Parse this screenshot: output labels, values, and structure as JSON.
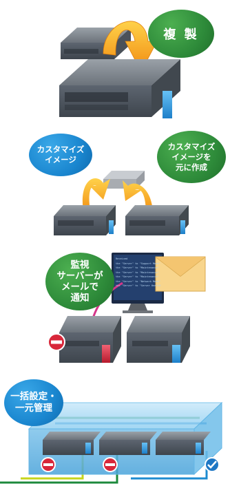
{
  "copy_step": {
    "bubble_label": "複 製"
  },
  "customize_step": {
    "left_bubble_label": "カスタマイズ\nイメージ",
    "right_bubble_label": "カスタマイズ\nイメージを\n元に作成"
  },
  "monitor_step": {
    "bubble_label": "監視\nサーバーが\nメールで\n通知",
    "screen_lines": [
      "Received",
      "the \"Server\" to \"Support Mode\"",
      "the \"Server\" to \"Maintenance\"",
      "the \"Server\" to \"Maintenance\"",
      "the \"Server\" to \"Maintenance\"",
      "the \"Server\" to \"Network Mode\"",
      "the \"Server\" to \"Server Health\""
    ]
  },
  "batch_step": {
    "bubble_label": "一括設定・\n一元管理"
  },
  "colors": {
    "green_bubble": "#2e8b3a",
    "blue_bubble": "#1a86cf",
    "arrow_orange": "#f29a1b",
    "notify_line": "#d6358a",
    "server_gray": "#5d6570",
    "status_blue": "#2f8fd6",
    "status_red": "#d8273a"
  },
  "icons": [
    "server-icon",
    "curved-arrow-icon",
    "envelope-icon",
    "monitor-icon",
    "stop-icon",
    "check-icon"
  ]
}
